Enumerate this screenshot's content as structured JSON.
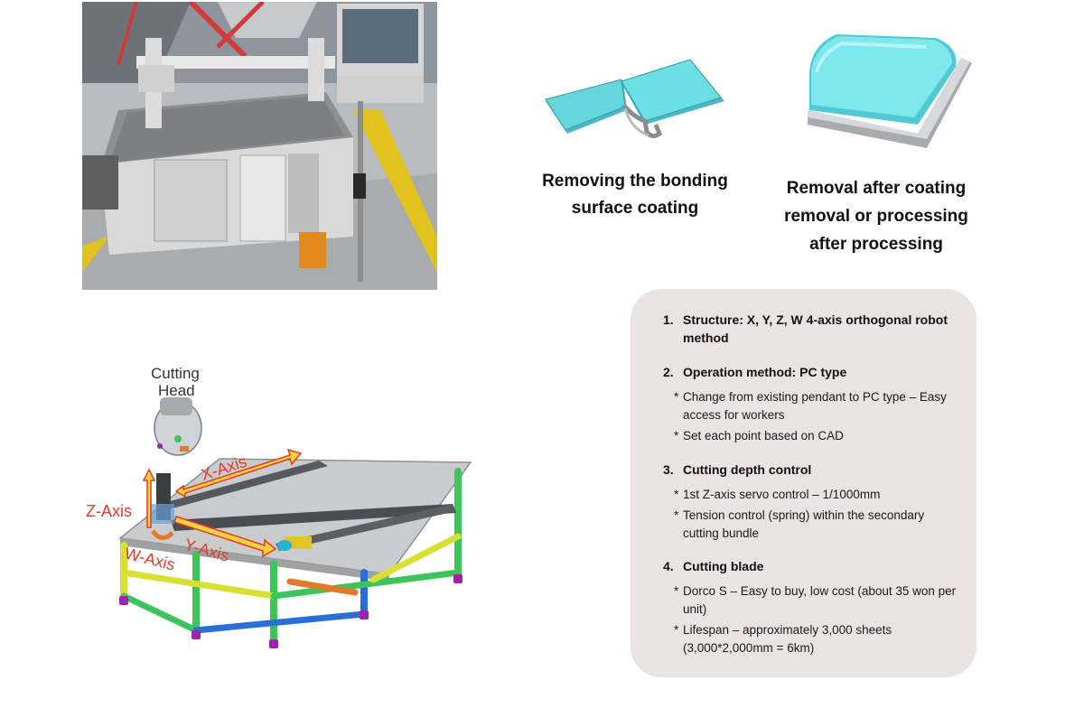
{
  "photo": {
    "alt": "Gantry cutting machine with PC control monitor"
  },
  "coating": {
    "left_caption": "Removing the bonding\nsurface coating",
    "right_caption": "Removal after coating\nremoval or processing\nafter processing"
  },
  "diagram": {
    "head_label": [
      "Cutting",
      "Head"
    ],
    "axes": {
      "x": "X-Axis",
      "y": "Y-Axis",
      "z": "Z-Axis",
      "w": "W-Axis"
    }
  },
  "spec": {
    "sections": [
      {
        "num": "1.",
        "title": "Structure: X, Y, Z, W 4-axis orthogonal robot method",
        "bullets": []
      },
      {
        "num": "2.",
        "title": "Operation method: PC type",
        "bullets": [
          "Change from existing pendant to PC type – Easy access for workers",
          "Set each point based on CAD"
        ]
      },
      {
        "num": "3.",
        "title": "Cutting depth control",
        "bullets": [
          "1st Z-axis servo control – 1/1000mm",
          "Tension control (spring) within the secondary cutting bundle"
        ]
      },
      {
        "num": "4.",
        "title": "Cutting blade",
        "bullets": [
          "Dorco S – Easy to buy, low cost (about 35 won per unit)",
          "Lifespan – approximately 3,000 sheets (3,000*2,000mm = 6km)"
        ]
      }
    ]
  },
  "colors": {
    "panel_bg": "#ebe3e3",
    "axis_red": "#e53a2c",
    "coating_cyan": "#5fd8dc",
    "frame_yellow": "#e6e233",
    "frame_green": "#3bc45a",
    "frame_blue": "#2a6fd6",
    "caster_purple": "#a020b0"
  }
}
